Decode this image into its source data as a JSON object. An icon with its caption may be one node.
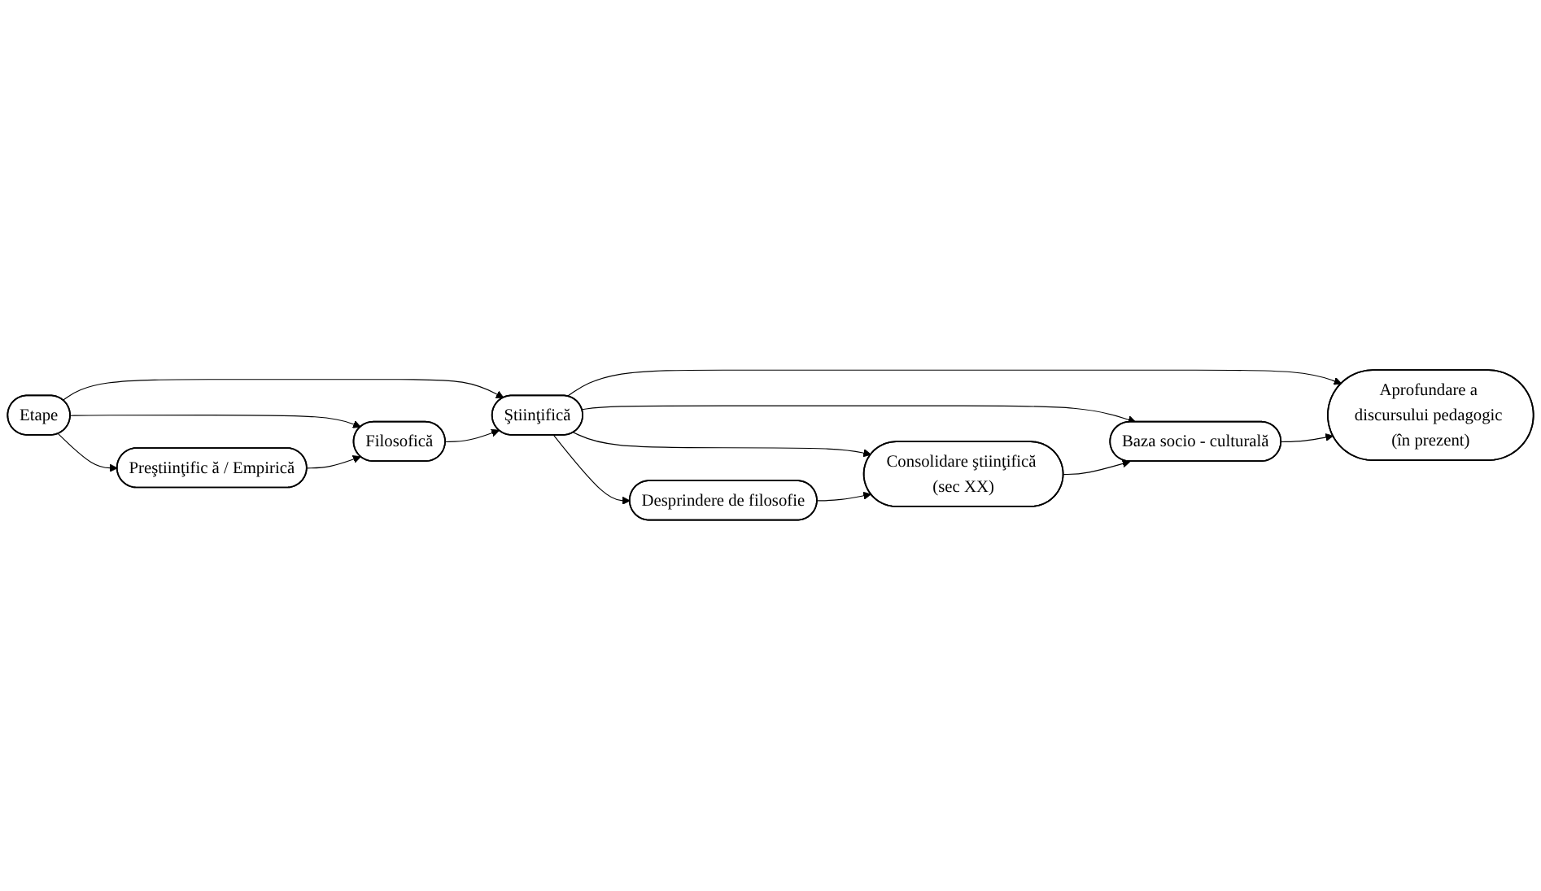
{
  "diagram": {
    "nodes": [
      {
        "text": [
          "Desprindere de filosofie"
        ]
      },
      {
        "text": [
          "Consolidare ştiinţifică (sec XX)"
        ]
      },
      {
        "text": [
          "Filosofică"
        ]
      },
      {
        "text": [
          "Ştiinţifică"
        ]
      },
      {
        "text": [
          "Baza socio - culturală"
        ]
      },
      {
        "text": [
          "Etape"
        ]
      },
      {
        "text": [
          "Preştiinţific ă / Empirică"
        ]
      },
      {
        "text": [
          "Aprofundare a discursului pedagogic (în prezent)"
        ]
      }
    ],
    "edges": [
      {
        "from": 5,
        "to": 6,
        "arrow": "to"
      },
      {
        "from": 5,
        "to": 2,
        "arrow": "to"
      },
      {
        "from": 5,
        "to": 3,
        "arrow": "to"
      },
      {
        "from": 6,
        "to": 2,
        "arrow": "to"
      },
      {
        "from": 2,
        "to": 3,
        "arrow": "to"
      },
      {
        "from": 3,
        "to": 0,
        "arrow": "to"
      },
      {
        "from": 3,
        "to": 1,
        "arrow": "to"
      },
      {
        "from": 3,
        "to": 4,
        "arrow": "to"
      },
      {
        "from": 3,
        "to": 7,
        "arrow": "to"
      },
      {
        "from": 0,
        "to": 1,
        "arrow": "to"
      },
      {
        "from": 1,
        "to": 4,
        "arrow": "to"
      },
      {
        "from": 4,
        "to": 7,
        "arrow": "to"
      }
    ]
  }
}
